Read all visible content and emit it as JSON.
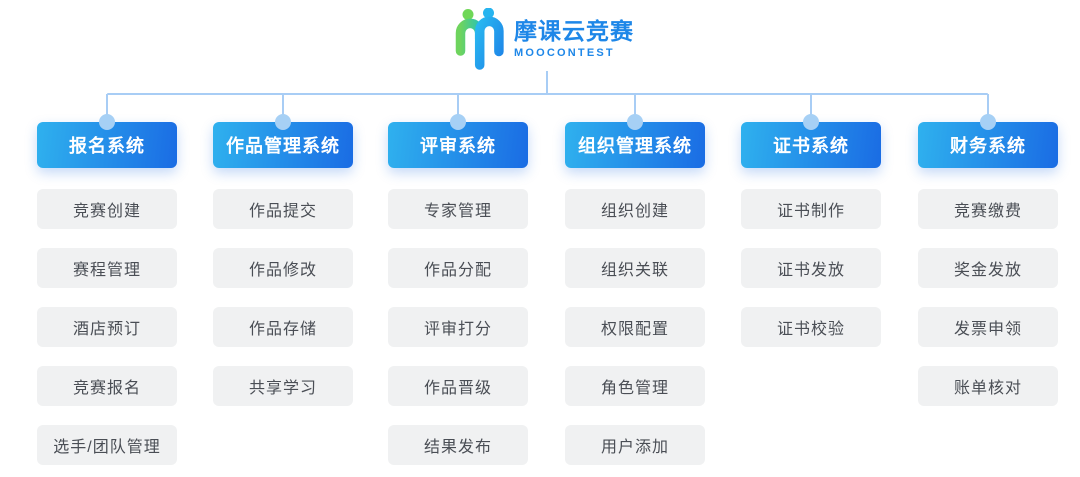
{
  "logo": {
    "brand_cn": "摩课云竞赛",
    "brand_en": "MOOCONTEST"
  },
  "colors": {
    "brand_blue": "#1e87e8",
    "header_grad_start": "#2fb1ee",
    "header_grad_end": "#1a6ce4",
    "connector": "#a8cdf5",
    "node_dot": "#a6d0f5",
    "item_bg": "#f0f1f2",
    "item_text": "#4a4e55",
    "logo_green_head": "#6fd757",
    "logo_green_1": "#6ed45e",
    "logo_green_2": "#2cc3b2",
    "logo_blue_head": "#27b4ef",
    "logo_blue_1": "#29b6f0",
    "logo_blue_2": "#1e86e8"
  },
  "columns": [
    {
      "key": "registration",
      "title": "报名系统",
      "items": [
        "竞赛创建",
        "赛程管理",
        "酒店预订",
        "竞赛报名",
        "选手/团队管理"
      ]
    },
    {
      "key": "work-management",
      "title": "作品管理系统",
      "items": [
        "作品提交",
        "作品修改",
        "作品存储",
        "共享学习"
      ]
    },
    {
      "key": "review",
      "title": "评审系统",
      "items": [
        "专家管理",
        "作品分配",
        "评审打分",
        "作品晋级",
        "结果发布"
      ]
    },
    {
      "key": "organization-management",
      "title": "组织管理系统",
      "items": [
        "组织创建",
        "组织关联",
        "权限配置",
        "角色管理",
        "用户添加"
      ]
    },
    {
      "key": "certificate",
      "title": "证书系统",
      "items": [
        "证书制作",
        "证书发放",
        "证书校验"
      ]
    },
    {
      "key": "finance",
      "title": "财务系统",
      "items": [
        "竞赛缴费",
        "奖金发放",
        "发票申领",
        "账单核对"
      ]
    }
  ]
}
